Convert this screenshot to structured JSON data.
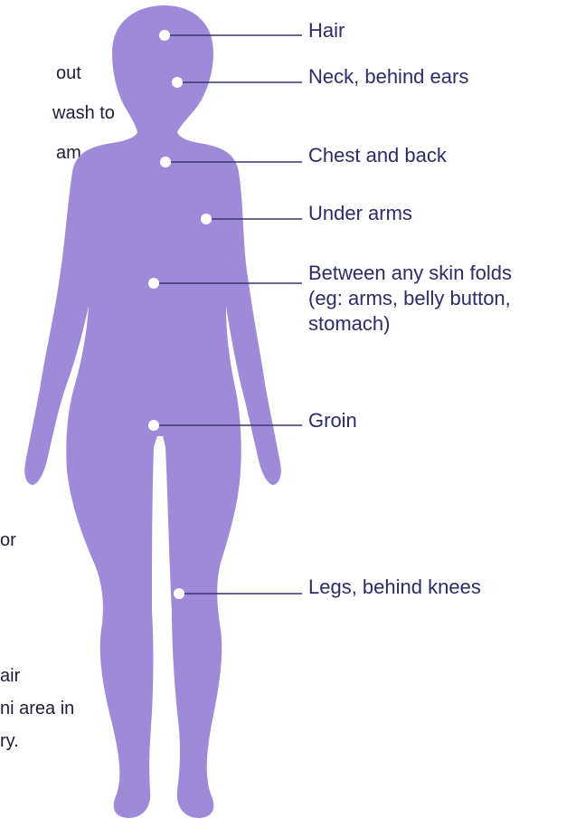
{
  "colors": {
    "silhouette": "#9f8ad9",
    "leader_line": "#3a3470",
    "dot": "#ffffff",
    "label_text": "#2e2a6b",
    "partial_text": "#1d1d3a"
  },
  "partial_text": {
    "line1": "out",
    "line2": "wash to",
    "line3": "am",
    "line4": "or",
    "line5": "air",
    "line6": "ni area in",
    "line7": "ry."
  },
  "labels": {
    "hair": "Hair",
    "neck": "Neck, behind ears",
    "chest": "Chest and back",
    "underarms": "Under arms",
    "folds_line1": "Between any skin folds",
    "folds_line2": "(eg: arms, belly button,",
    "folds_line3": "stomach)",
    "groin": "Groin",
    "legs": "Legs, behind knees"
  }
}
